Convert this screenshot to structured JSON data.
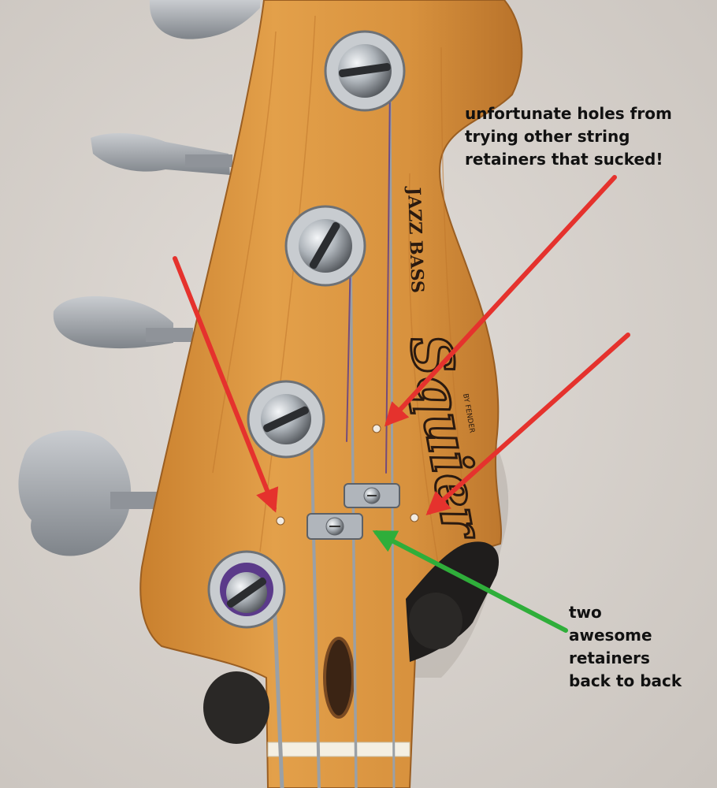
{
  "annotations": {
    "holes_note": [
      "unfortunate holes from",
      "trying other string",
      "retainers that sucked!"
    ],
    "retainers_note": [
      "two",
      "awesome",
      "retainers",
      "back to back"
    ]
  },
  "headstock_logo": {
    "model": "JAZZ BASS",
    "brand": "Squier",
    "maker": "BY FENDER"
  },
  "colors": {
    "wall": "#d9d4cf",
    "maple": "#d9953f",
    "arrow_red": "#e5322d",
    "arrow_green": "#2fae3a",
    "chrome": "#b9bec4"
  }
}
